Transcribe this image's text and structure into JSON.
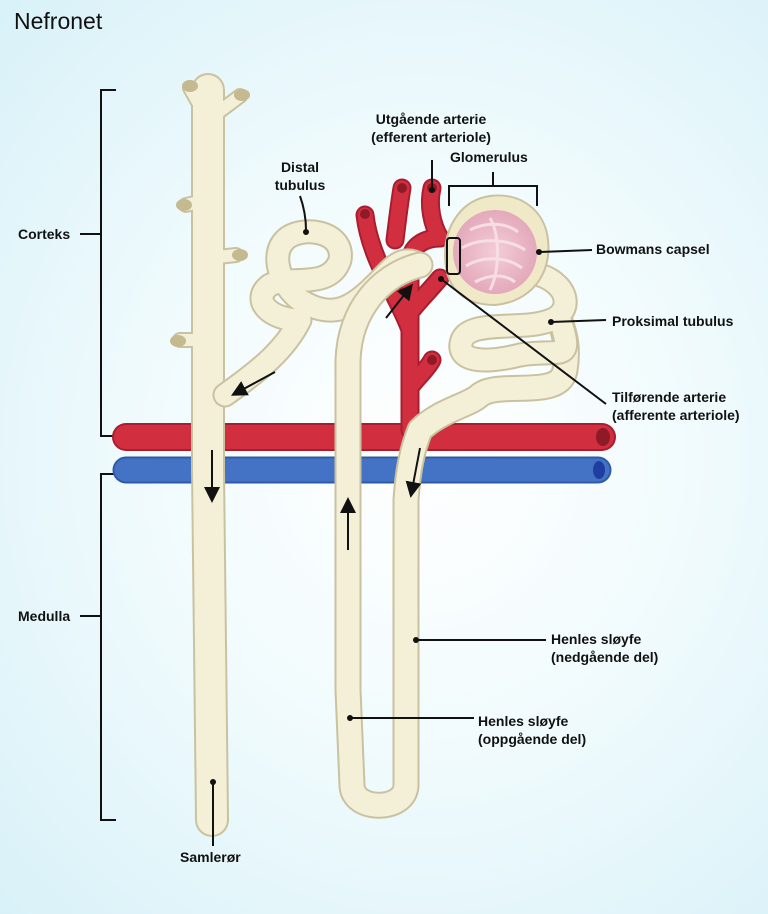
{
  "title": "Nefronet",
  "labels": {
    "corteks": "Corteks",
    "medulla": "Medulla",
    "samleror": "Samlerør",
    "distal": [
      "Distal",
      "tubulus"
    ],
    "efferent": [
      "Utgående arterie",
      "(efferent arteriole)"
    ],
    "glomerulus": "Glomerulus",
    "bowman": "Bowmans capsel",
    "proksimal": "Proksimal tubulus",
    "afferent": [
      "Tilførende arterie",
      "(afferente arteriole)"
    ],
    "henle_down": [
      "Henles sløyfe",
      "(nedgående del)"
    ],
    "henle_up": [
      "Henles sløyfe",
      "(oppgående del)"
    ]
  },
  "colors": {
    "tubule": "#f4f0d8",
    "tubule_outline": "#c9c2a0",
    "artery": "#cc2a3c",
    "vein": "#3f6fc0",
    "glomerulus": "#e8b7c6"
  }
}
